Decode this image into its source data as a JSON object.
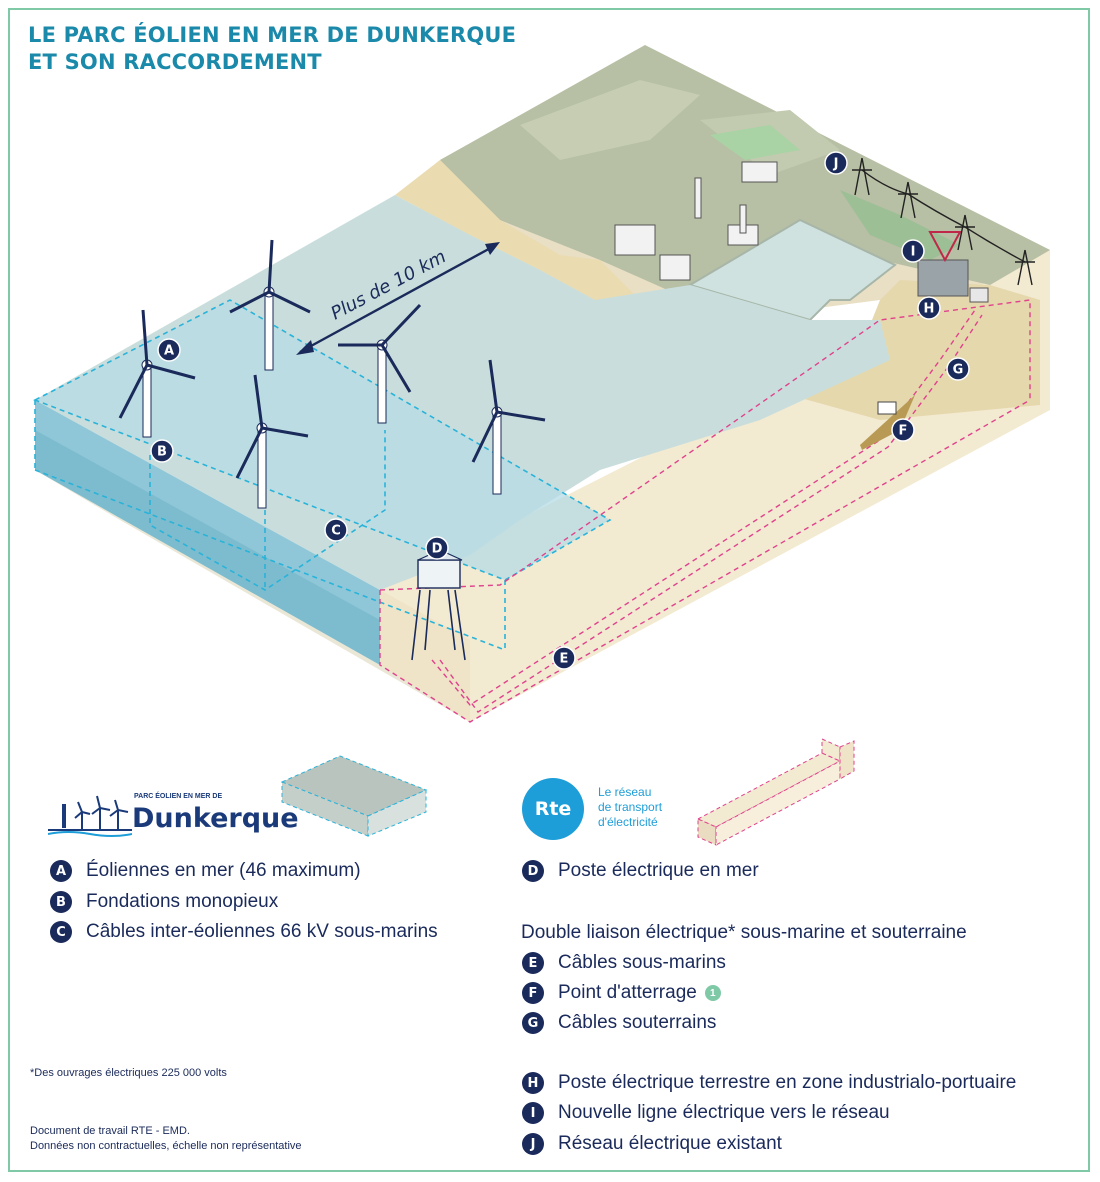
{
  "title": {
    "line1": "LE PARC ÉOLIEN EN MER DE DUNKERQUE",
    "line2": "ET SON RACCORDEMENT"
  },
  "diagram": {
    "distance_label": "Plus de 10 km",
    "markers": [
      "A",
      "B",
      "C",
      "D",
      "E",
      "F",
      "G",
      "H",
      "I",
      "J"
    ]
  },
  "logos": {
    "emd_small": "PARC ÉOLIEN EN MER DE",
    "emd_big": "Dunkerque",
    "rte_badge": "Rte",
    "rte_text": [
      "Le réseau",
      "de transport",
      "d'électricité"
    ]
  },
  "legend_left": [
    {
      "key": "A",
      "label": "Éoliennes en mer (46 maximum)"
    },
    {
      "key": "B",
      "label": "Fondations monopieux"
    },
    {
      "key": "C",
      "label": "Câbles inter-éoliennes 66 kV sous-marins"
    }
  ],
  "legend_right_top": {
    "key": "D",
    "label": "Poste électrique en mer"
  },
  "legend_group_heading": "Double liaison électrique* sous-marine et souterraine",
  "legend_group": [
    {
      "key": "E",
      "label": "Câbles sous-marins"
    },
    {
      "key": "F",
      "label": "Point d'atterrage",
      "note": "1"
    },
    {
      "key": "G",
      "label": "Câbles souterrains"
    }
  ],
  "legend_right_bottom": [
    {
      "key": "H",
      "label": "Poste électrique terrestre en zone industrialo-portuaire"
    },
    {
      "key": "I",
      "label": "Nouvelle ligne électrique vers le réseau"
    },
    {
      "key": "J",
      "label": "Réseau électrique existant"
    }
  ],
  "footnote": "*Des ouvrages électriques 225 000 volts",
  "document_lines": [
    "Document de travail RTE - EMD.",
    "Données non contractuelles, échelle non représentative"
  ],
  "colors": {
    "navy": "#1a2a5a",
    "title_blue": "#1b8aaa",
    "frame_green": "#7fc9a6",
    "rte_blue": "#1e9ed8",
    "cable_pink": "#e0428c",
    "wind_zone_cyan": "#29b3d9"
  }
}
